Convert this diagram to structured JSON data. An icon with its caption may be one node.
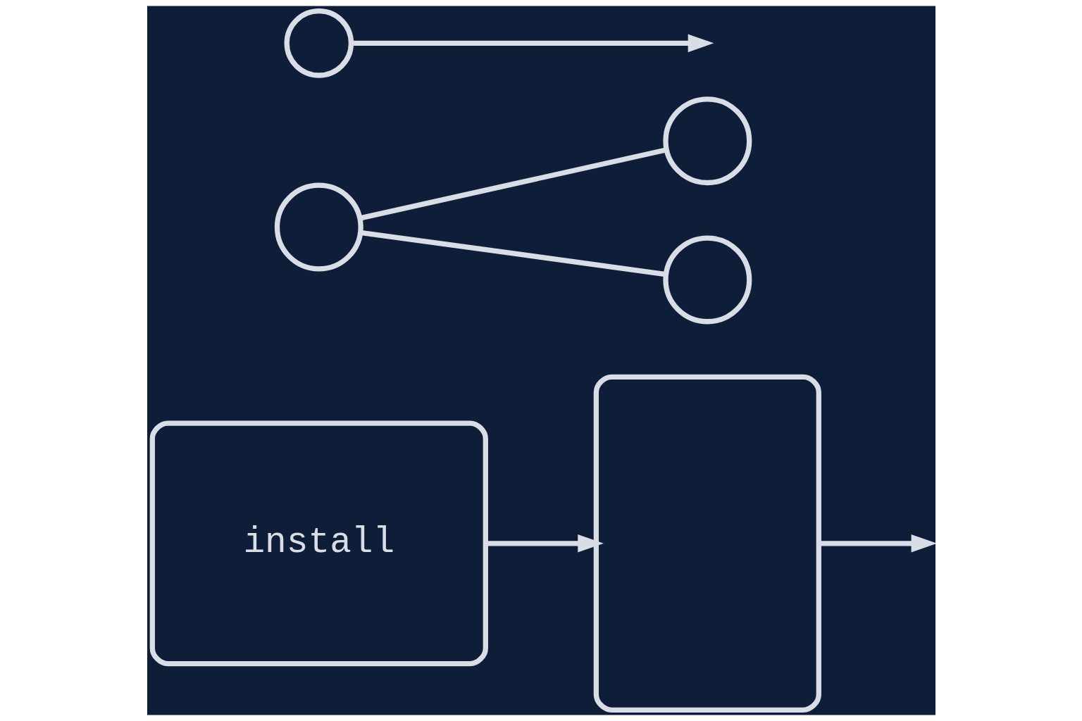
{
  "diagram": {
    "nodes": [
      {
        "text": [
          "install"
        ]
      },
      {
        "text": [],
        "shape": "box"
      },
      {
        "text": [],
        "shape": "circle"
      },
      {
        "text": [],
        "shape": "circle"
      },
      {
        "text": [],
        "shape": "circle"
      },
      {
        "text": [],
        "shape": "circle"
      }
    ],
    "edges": [
      {
        "from": 0,
        "to": 1,
        "arrow": "to"
      },
      {
        "from": 1,
        "to": null,
        "arrow": "to"
      },
      {
        "from": 2,
        "to": 3,
        "arrow": "none"
      },
      {
        "from": 2,
        "to": 4,
        "arrow": "none"
      },
      {
        "from": 5,
        "to": null,
        "arrow": "to"
      }
    ]
  }
}
